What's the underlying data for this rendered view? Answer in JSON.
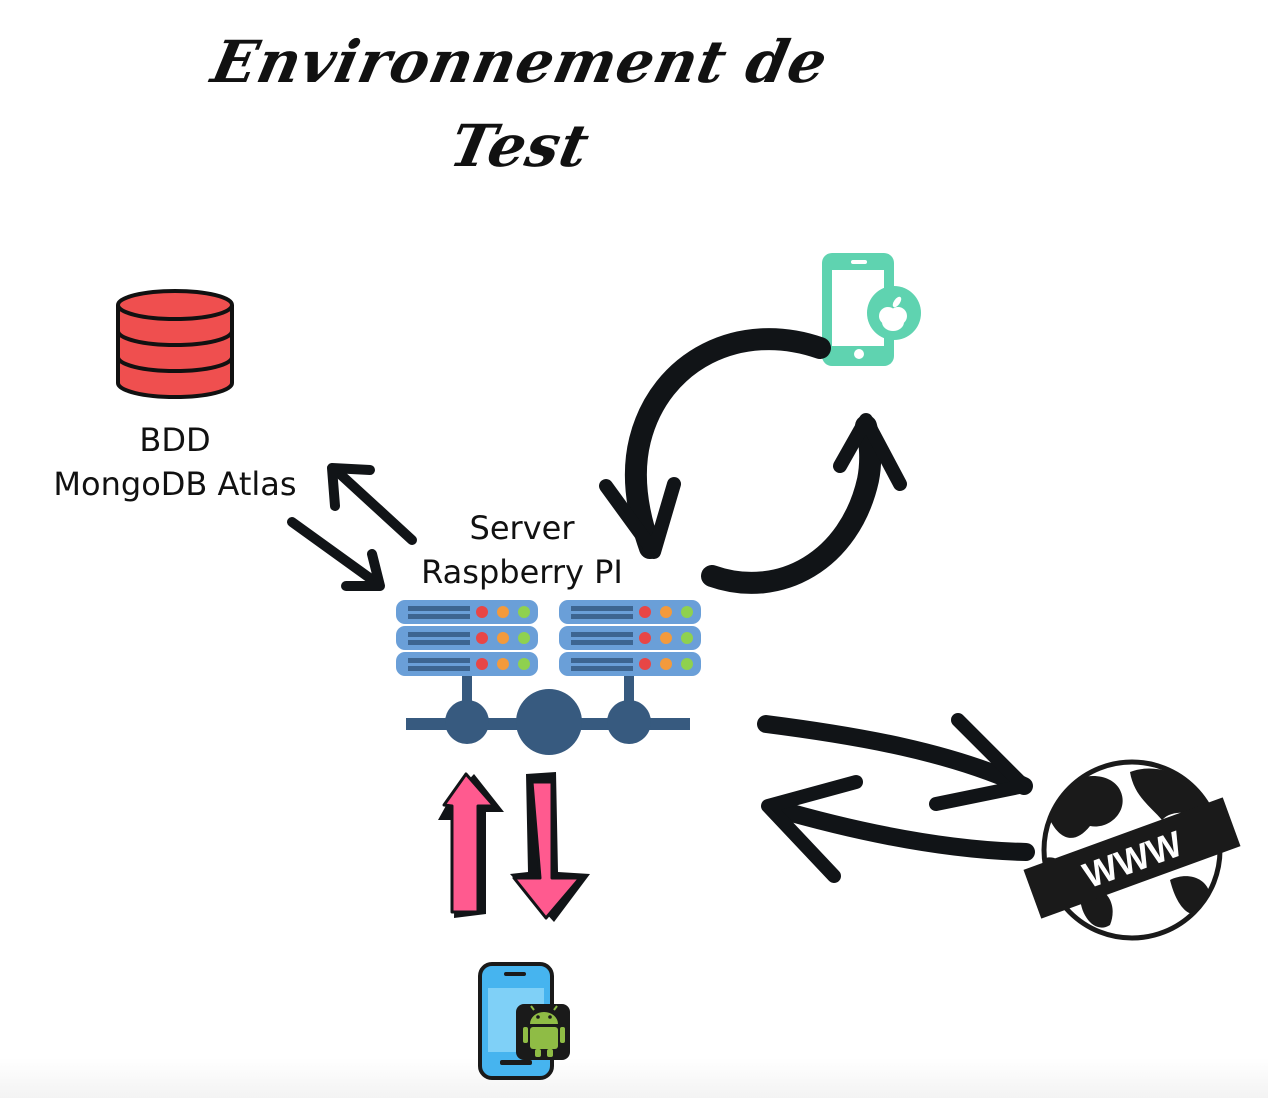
{
  "title": {
    "line1": "Environnement de",
    "line2": "Test"
  },
  "nodes": {
    "database": {
      "line1": "BDD",
      "line2": "MongoDB Atlas",
      "icon": "database-icon",
      "color": "#ef4f4f"
    },
    "server": {
      "line1": "Server",
      "line2": "Raspberry PI",
      "icon": "server-rack-icon",
      "color": "#6a9fd8"
    },
    "ios": {
      "icon": "iphone-apple-icon",
      "color": "#5fd3b0"
    },
    "android": {
      "icon": "android-phone-icon",
      "color": "#46b4ef"
    },
    "web": {
      "icon": "globe-www-icon",
      "text": "WWW",
      "color": "#1a1a1a"
    }
  },
  "colors": {
    "arrow": "#111417",
    "pink_arrow": "#ff5a8f"
  }
}
